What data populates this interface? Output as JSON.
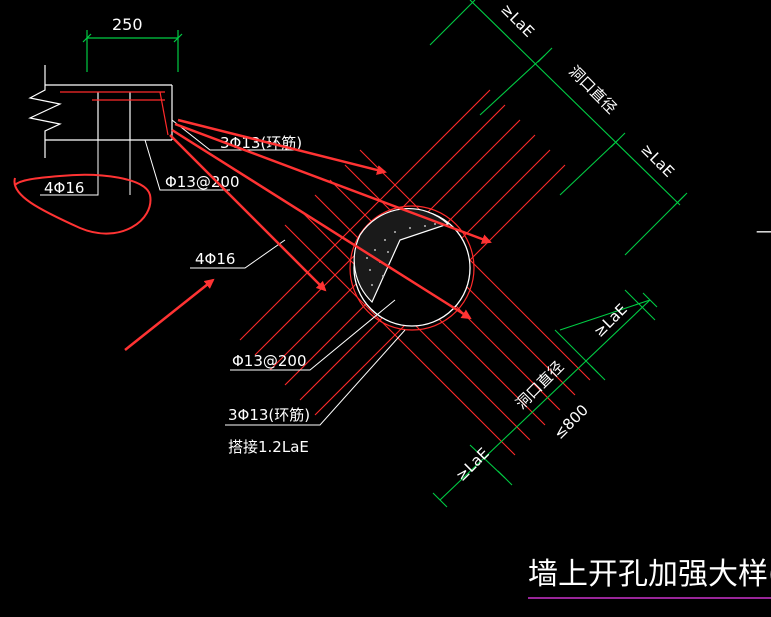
{
  "colors": {
    "background": "#000000",
    "dimension": "#00cc44",
    "rebar": "#ff2a2a",
    "annotation_arrow": "#ff3333",
    "leader": "#ffffff",
    "title_underline": "#cc33cc"
  },
  "dimensions": {
    "wall_width": "250",
    "la_e_1": "≥LaE",
    "la_e_2": "≥LaE",
    "la_e_3": "≥LaE",
    "la_e_4": "≥LaE",
    "hole_diameter_top": "洞口直径",
    "hole_diameter_bottom": "洞口直径",
    "max_800": "≤800"
  },
  "labels": {
    "ring_bar_top": "3Φ13(环筋)",
    "stirrup_top": "Φ13@200",
    "bars_section": "4Φ16",
    "bars_middle": "4Φ16",
    "stirrup_bottom": "Φ13@200",
    "ring_bar_bottom": "3Φ13(环筋)",
    "lap_length": "搭接1.2LaE"
  },
  "title": {
    "text": "墙上开孔加强大样(圆"
  },
  "edge_mark": "一"
}
